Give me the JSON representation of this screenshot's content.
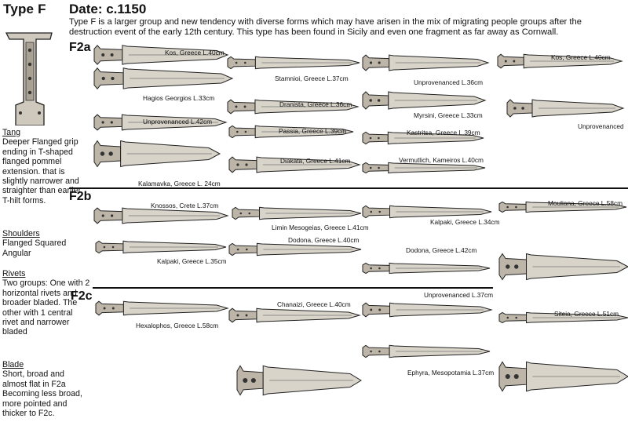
{
  "header": {
    "title": "Type F",
    "date": "Date: c.1150",
    "intro": "Type F is a larger group and new tendency with diverse forms which may have arisen in the mix of migrating people groups after the destruction event of the early 12th century.  This type has been found in Sicily and even one fragment as far away as Cornwall."
  },
  "subtypes": {
    "f2a": "F2a",
    "f2b": "F2b",
    "f2c": "F2c"
  },
  "sidebar": {
    "tang_heading": "Tang",
    "tang_text": "Deeper Flanged grip ending in T-shaped flanged pommel extension. that is slightly narrower and straighter than earlier T-hilt forms.",
    "shoulders_heading": "Shoulders",
    "shoulders_text": "Flanged Squared Angular",
    "rivets_heading": "Rivets",
    "rivets_text": "Two groups: One with 2 horizontal rivets and broader bladed. The other with 1 central rivet and narrower bladed",
    "blade_heading": "Blade",
    "blade_text": "Short, broad and almost flat in F2a Becoming less broad, more pointed and thicker to F2c."
  },
  "labels": {
    "f2a": [
      "Kos, Greece L.40cm",
      "Hagios Georgios L.33cm",
      "Unprovenanced L.42cm",
      "Kalamavka, Greece L. 24cm",
      "Stamnioi, Greece L.37cm",
      "Dranista, Greece L.36cm",
      "Passia, Greece L.39cm",
      "Diakata, Greece L.41cm",
      "Unprovenanced L.36cm",
      "Myrsini, Greece L.33cm",
      "Kastritsa, Greece L.39cm",
      "Vermutlich, Kameiros L.40cm",
      "Kos, Greece L.40cm",
      "Unprovenanced"
    ],
    "f2b": [
      "Knossos, Crete L.37cm",
      "Kalpaki, Greece L.35cm",
      "Limin Mesogeias, Greece L.41cm",
      "Dodona, Greece L.40cm",
      "Kalpaki, Greece L.34cm",
      "Dodona, Greece L.42cm",
      "Mouliana, Greece L.58cm"
    ],
    "f2c": [
      "Hexalophos, Greece L.58cm",
      "Chanaizi, Greece L.40cm",
      "Unprovenanced L.37cm",
      "Ephyra, Mesopotamia L.37cm",
      "Siteia, Greece L.51cm"
    ]
  }
}
